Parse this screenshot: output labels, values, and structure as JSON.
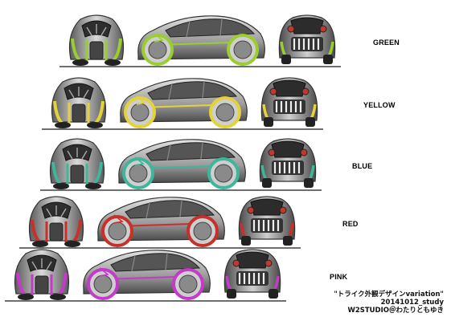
{
  "variants": [
    {
      "label": "GREEN",
      "color": "#9acd32"
    },
    {
      "label": "YELLOW",
      "color": "#e3d23a"
    },
    {
      "label": "BLUE",
      "color": "#3fb59a"
    },
    {
      "label": "RED",
      "color": "#c8302a"
    },
    {
      "label": "PINK",
      "color": "#c43bc9"
    }
  ],
  "caption": {
    "line1": "\"トライク外観デザインvariation\"",
    "line2": "20141012_study",
    "line3": "W2STUDIO＠わたりともゆき"
  }
}
